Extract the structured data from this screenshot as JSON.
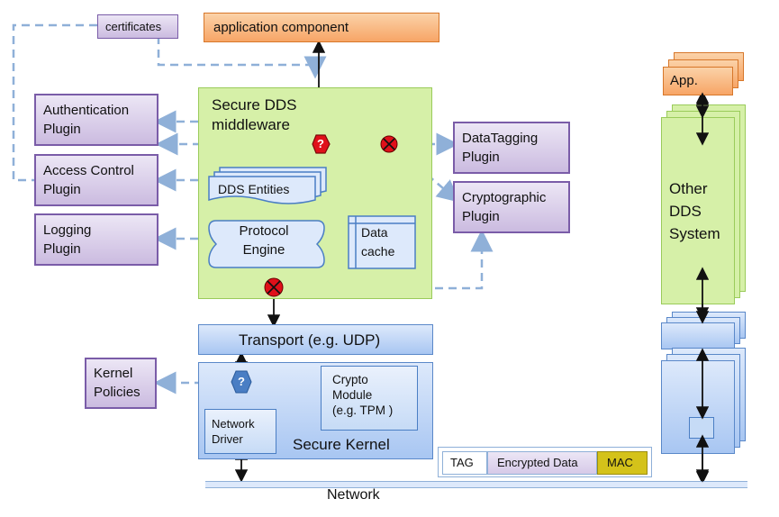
{
  "certificates": "certificates",
  "application_component": "application component",
  "middleware": {
    "line1": "Secure DDS",
    "line2": "middleware"
  },
  "dds_entities": "DDS Entities",
  "protocol_engine": {
    "line1": "Protocol",
    "line2": "Engine"
  },
  "data_cache": {
    "line1": "Data",
    "line2": "cache"
  },
  "plugins": {
    "authentication": {
      "line1": "Authentication",
      "line2": "Plugin"
    },
    "access_control": {
      "line1": "Access Control",
      "line2": "Plugin"
    },
    "logging": {
      "line1": "Logging",
      "line2": "Plugin"
    },
    "data_tagging": {
      "line1": "DataTagging",
      "line2": "Plugin"
    },
    "cryptographic": {
      "line1": "Cryptographic",
      "line2": "Plugin"
    }
  },
  "transport": "Transport (e.g. UDP)",
  "kernel_policies": {
    "line1": "Kernel",
    "line2": "Policies"
  },
  "crypto_module": {
    "line1": "Crypto",
    "line2": "Module",
    "line3": "(e.g. TPM )"
  },
  "network_driver": {
    "line1": "Network",
    "line2": "Driver"
  },
  "secure_kernel": "Secure Kernel",
  "packet": {
    "tag": "TAG",
    "encrypted": "Encrypted Data",
    "mac": "MAC"
  },
  "network": "Network",
  "other_app": "App.",
  "other_system": {
    "line1": "Other",
    "line2": "DDS",
    "line3": "System"
  },
  "question_mark": "?",
  "colors": {
    "purple": "#7a5ca8",
    "orange": "#f7a566",
    "green": "#d6f0a8",
    "blue": "#a8c6f2",
    "mac": "#d4c21a",
    "red_node": "#e0101a"
  }
}
